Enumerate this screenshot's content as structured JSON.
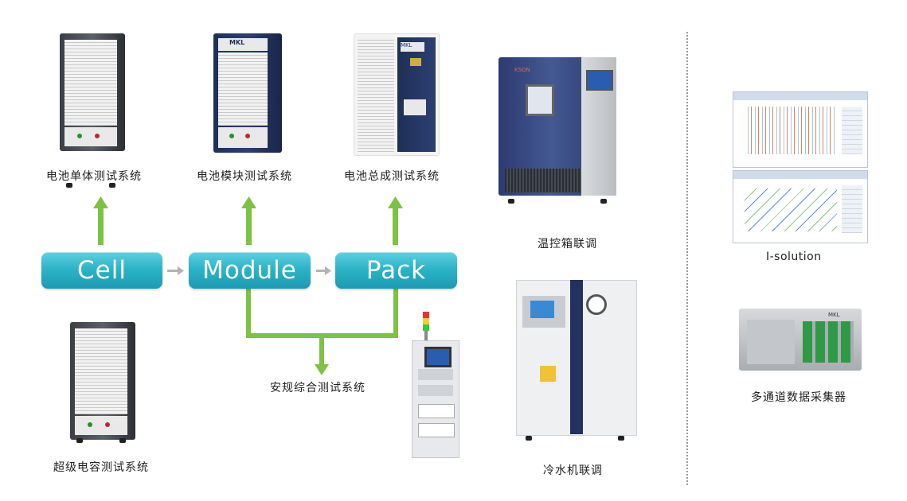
{
  "stages": {
    "cell": "Cell",
    "module": "Module",
    "pack": "Pack"
  },
  "products": {
    "cell_test": "电池单体测试系统",
    "module_test": "电池模块测试系统",
    "pack_test": "电池总成测试系统",
    "supercap_test": "超级电容测试系统",
    "safety_test": "安规综合测试系统",
    "climate_chamber": "温控箱联调",
    "chiller": "冷水机联调",
    "software": "I-solution",
    "daq": "多通道数据采集器"
  },
  "brand": "MKL",
  "colors": {
    "arrow_green": "#7cc243",
    "stage_teal": "#2db4c8",
    "flow_arrow_grey": "#b3b3b3"
  },
  "icons": [
    "arrow-up-icon",
    "arrow-right-icon",
    "arrow-down-icon"
  ]
}
